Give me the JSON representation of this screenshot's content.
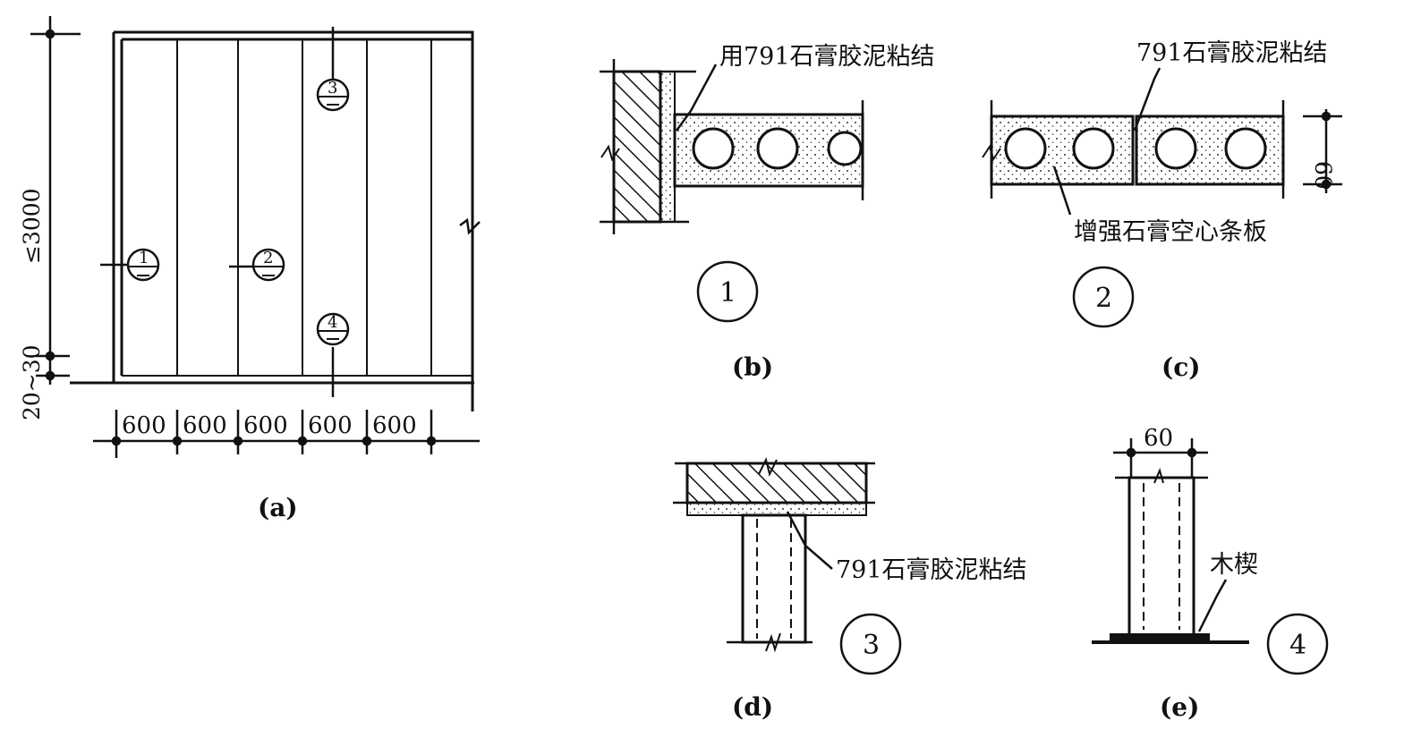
{
  "figure_a": {
    "caption": "(a)",
    "height_dim": "≤3000",
    "gap_dim": "20~30",
    "panel_widths": [
      "600",
      "600",
      "600",
      "600",
      "600"
    ],
    "markers": [
      "1",
      "2",
      "3",
      "4"
    ]
  },
  "figure_b": {
    "caption": "(b)",
    "note": "用791石膏胶泥粘结",
    "detail_number": "1"
  },
  "figure_c": {
    "caption": "(c)",
    "note": "791石膏胶泥粘结",
    "panel_label": "增强石膏空心条板",
    "thickness_dim": "60",
    "detail_number": "2"
  },
  "figure_d": {
    "caption": "(d)",
    "note": "791石膏胶泥粘结",
    "detail_number": "3"
  },
  "figure_e": {
    "caption": "(e)",
    "width_dim": "60",
    "wedge_label": "木楔",
    "detail_number": "4"
  }
}
